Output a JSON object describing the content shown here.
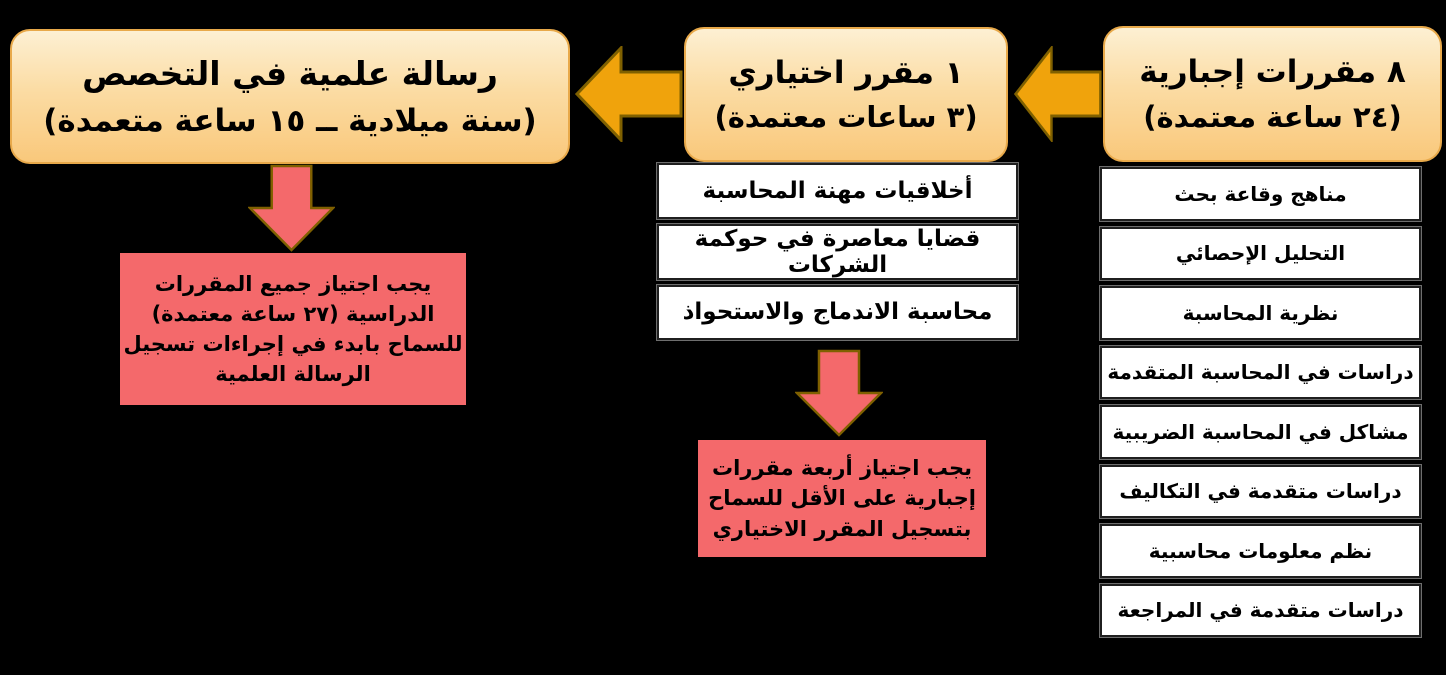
{
  "diagram": {
    "background": "#000000",
    "colors": {
      "stage_fill_top": "#FDF0D3",
      "stage_fill_bottom": "#F9C87B",
      "stage_border": "#E8A94A",
      "arrow_yellow": "#F0A30C",
      "arrow_outline": "#7F6000",
      "arrow_red": "#F4696B",
      "note_fill": "#F4696B",
      "course_fill": "#FFFFFF",
      "course_border": "#1F1F1F",
      "text": "#000000"
    },
    "stages": [
      {
        "key": "mandatory",
        "title": "٨ مقررات إجبارية",
        "subtitle": "(٢٤ ساعة معتمدة)"
      },
      {
        "key": "elective",
        "title": "١ مقرر اختياري",
        "subtitle": "(٣ ساعات معتمدة)"
      },
      {
        "key": "thesis",
        "title": "رسالة علمية في التخصص",
        "subtitle": "(سنة ميلادية ــ ١٥ ساعة متعمدة)"
      }
    ],
    "mandatory_courses": [
      "مناهج وقاعة بحث",
      "التحليل الإحصائي",
      "نظرية المحاسبة",
      "دراسات في المحاسبة المتقدمة",
      "مشاكل في المحاسبة الضريبية",
      "دراسات متقدمة في التكاليف",
      "نظم معلومات محاسبية",
      "دراسات متقدمة في المراجعة"
    ],
    "elective_courses": [
      "أخلاقيات مهنة المحاسبة",
      "قضايا معاصرة في حوكمة الشركات",
      "محاسبة الاندماج والاستحواذ"
    ],
    "thesis_note": {
      "line1": "يجب اجتياز جميع المقررات",
      "line2": "الدراسية (٢٧ ساعة معتمدة)",
      "line3": "للسماح بابدء في إجراءات تسجيل",
      "line4": "الرسالة العلمية"
    },
    "elective_note": {
      "line1": "يجب اجتياز أربعة مقررات",
      "line2": "إجبارية على الأقل للسماح",
      "line3": "بتسجيل المقرر الاختياري"
    }
  }
}
